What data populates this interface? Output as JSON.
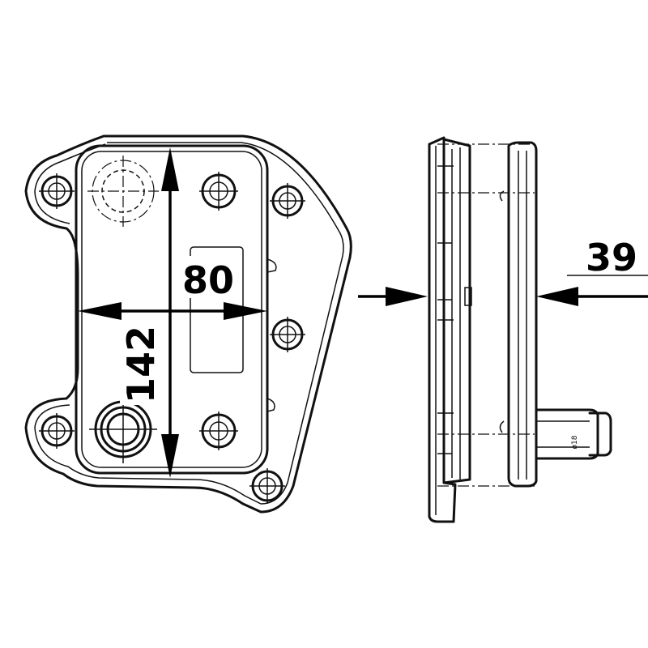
{
  "dimensions": {
    "width": "80",
    "height": "142",
    "depth": "39"
  },
  "fitting_label": "ø18",
  "colors": {
    "line": "#111111",
    "background": "#ffffff"
  }
}
